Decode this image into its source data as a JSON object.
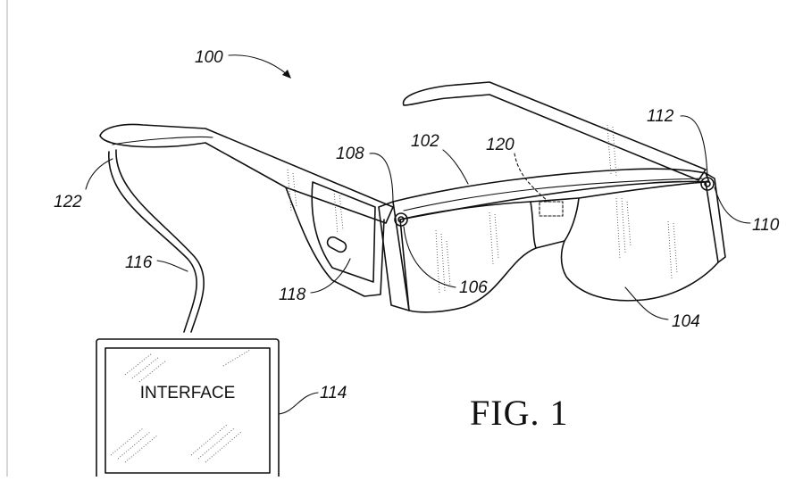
{
  "figure": {
    "caption": "FIG. 1",
    "interface_label": "INTERFACE",
    "reference_numerals": {
      "system": "100",
      "frame": "102",
      "lens": "104",
      "sensor_left": "106",
      "hinge_left": "108",
      "sensor_right": "110",
      "hinge_right": "112",
      "interface_device": "114",
      "cable": "116",
      "side_display": "118",
      "bridge_component": "120",
      "temple_tip": "122"
    }
  }
}
